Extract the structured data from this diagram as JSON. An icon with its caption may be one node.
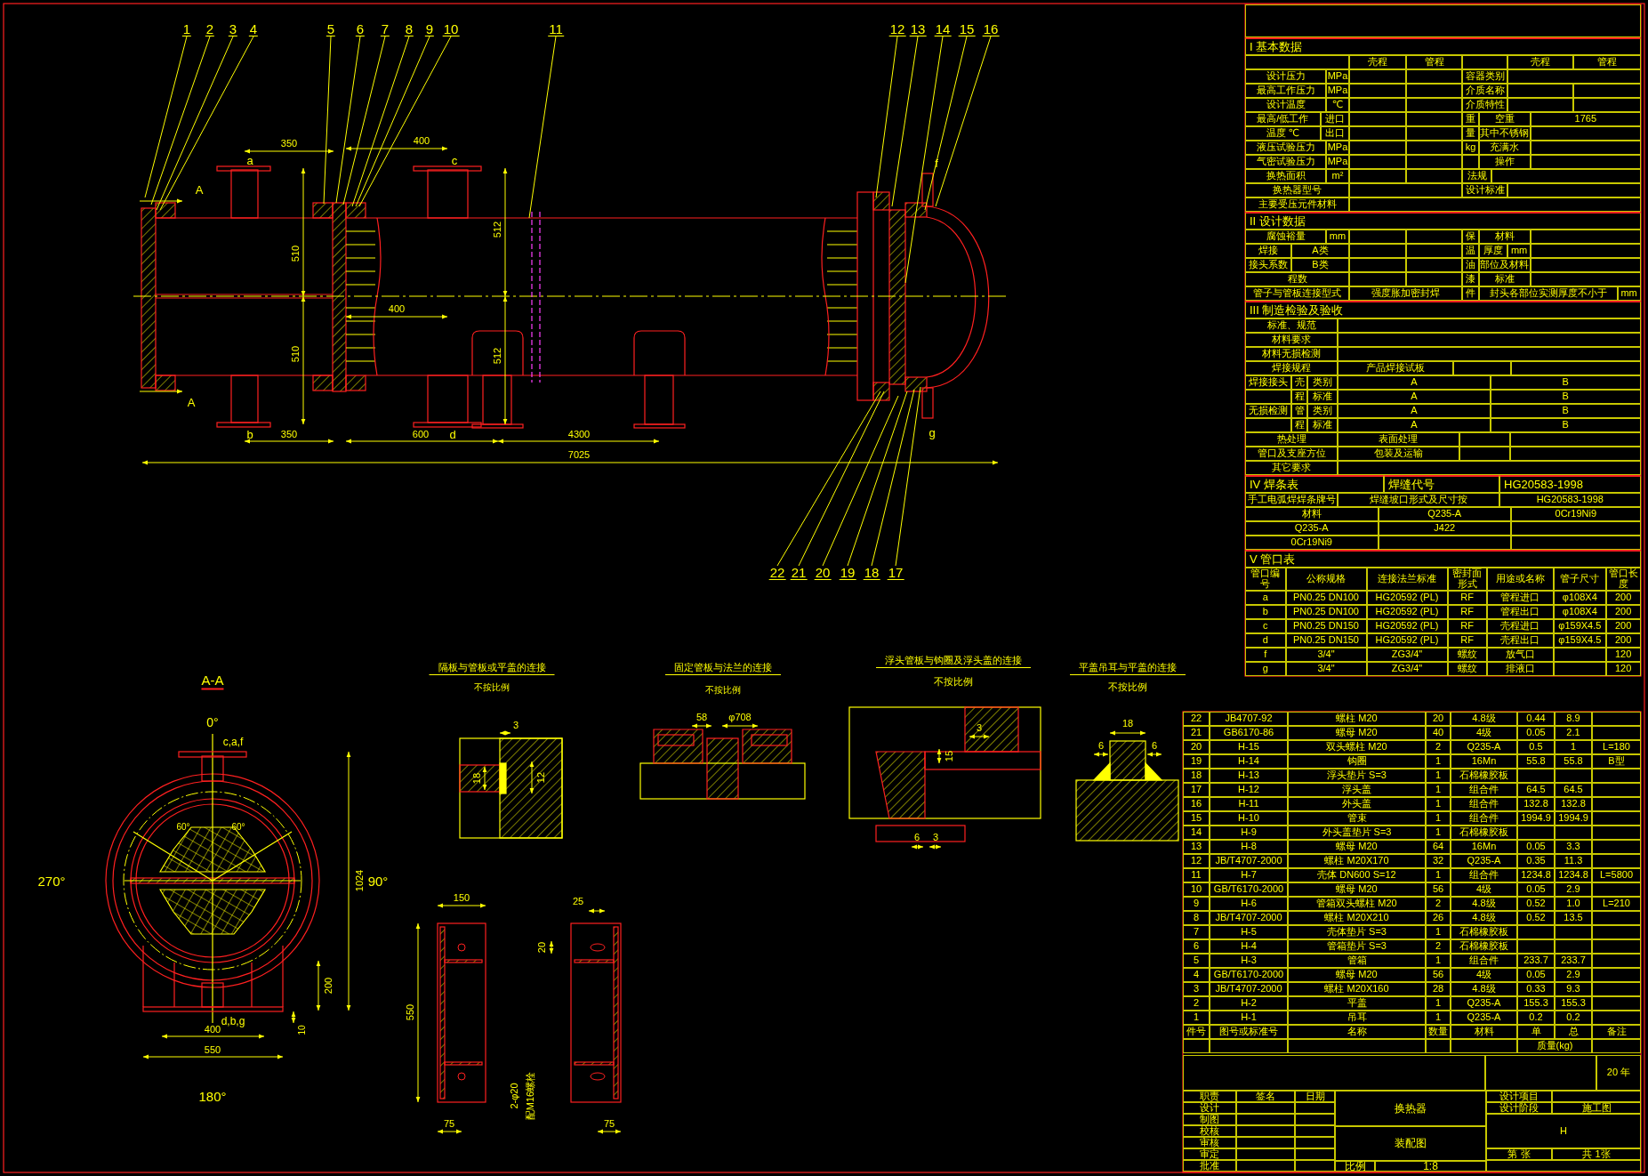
{
  "diagram": {
    "nodes": [
      {
        "text": [
          "1"
        ]
      },
      {
        "text": [
          "2"
        ]
      },
      {
        "text": [
          "3"
        ]
      },
      {
        "text": [
          "4"
        ]
      },
      {
        "text": [
          "5"
        ]
      },
      {
        "text": [
          "6"
        ]
      },
      {
        "text": [
          "7"
        ]
      },
      {
        "text": [
          "8"
        ]
      },
      {
        "text": [
          "9"
        ]
      },
      {
        "text": [
          "10"
        ]
      },
      {
        "text": [
          "11"
        ]
      },
      {
        "text": [
          "12"
        ]
      },
      {
        "text": [
          "13"
        ]
      },
      {
        "text": [
          "14"
        ]
      },
      {
        "text": [
          "15"
        ]
      },
      {
        "text": [
          "16"
        ]
      },
      {
        "text": [
          "22"
        ]
      },
      {
        "text": [
          "21"
        ]
      },
      {
        "text": [
          "20"
        ]
      },
      {
        "text": [
          "19"
        ]
      },
      {
        "text": [
          "18"
        ]
      },
      {
        "text": [
          "17"
        ]
      }
    ],
    "edges": [
      {
        "from": 0,
        "to": null,
        "arrow": "none"
      },
      {
        "from": 1,
        "to": null,
        "arrow": "none"
      },
      {
        "from": 2,
        "to": null,
        "arrow": "none"
      },
      {
        "from": 3,
        "to": null,
        "arrow": "none"
      },
      {
        "from": 4,
        "to": null,
        "arrow": "none"
      },
      {
        "from": 5,
        "to": null,
        "arrow": "none"
      },
      {
        "from": 6,
        "to": null,
        "arrow": "none"
      },
      {
        "from": 7,
        "to": null,
        "arrow": "none"
      },
      {
        "from": 8,
        "to": null,
        "arrow": "none"
      },
      {
        "from": 9,
        "to": null,
        "arrow": "none"
      },
      {
        "from": 10,
        "to": null,
        "arrow": "none"
      },
      {
        "from": 11,
        "to": null,
        "arrow": "none"
      },
      {
        "from": 12,
        "to": null,
        "arrow": "none"
      },
      {
        "from": 13,
        "to": null,
        "arrow": "none"
      },
      {
        "from": 14,
        "to": null,
        "arrow": "none"
      },
      {
        "from": 15,
        "to": null,
        "arrow": "none"
      },
      {
        "from": 16,
        "to": null,
        "arrow": "none"
      },
      {
        "from": 17,
        "to": null,
        "arrow": "none"
      },
      {
        "from": 18,
        "to": null,
        "arrow": "none"
      },
      {
        "from": 19,
        "to": null,
        "arrow": "none"
      },
      {
        "from": 20,
        "to": null,
        "arrow": "none"
      },
      {
        "from": 21,
        "to": null,
        "arrow": "none"
      }
    ],
    "labels": [
      "a",
      "c",
      "f",
      "A",
      "350",
      "400",
      "510",
      "512",
      "400",
      "510",
      "512",
      "A",
      "b",
      "350",
      "600",
      "d",
      "4300",
      "g",
      "7025",
      "A-A",
      "0°",
      "c,a,f",
      "60°",
      "60°",
      "270°",
      "90°",
      "1024",
      "200",
      "10",
      "d,b,g",
      "400",
      "550",
      "180°",
      "隔板与管板或平盖的连接",
      "不按比例",
      "固定管板与法兰的连接",
      "不按比例",
      "浮头管板与钩圈及浮头盖的连接",
      "不按比例",
      "平盖吊耳与平盖的连接",
      "不按比例",
      "3",
      "18",
      "12",
      "58",
      "φ708",
      "3",
      "15",
      "6",
      "3",
      "18",
      "6",
      "6",
      "150",
      "25",
      "20",
      "550",
      "2-φ20",
      "配M16螺栓",
      "75",
      "75",
      "I 基本数据",
      "壳程",
      "管程",
      "壳程",
      "管程",
      "设计压力",
      "MPa",
      "容器类别",
      "最高工作压力",
      "MPa",
      "介质名称",
      "设计温度",
      "℃",
      "介质特性",
      "最高/低工作",
      "进口",
      "重",
      "空重",
      "1765",
      "温度 ℃",
      "出口",
      "量",
      "其中不锈钢",
      "液压试验压力",
      "MPa",
      "kg",
      "充满水",
      "气密试验压力",
      "MPa",
      "操作",
      "换热面积",
      "m²",
      "法规",
      "换热器型号",
      "设计标准",
      "主要受压元件材料",
      "II 设计数据",
      "腐蚀裕量",
      "mm",
      "保",
      "材料",
      "焊接",
      "A类",
      "温",
      "厚度",
      "mm",
      "接头系数",
      "B类",
      "油",
      "部位及材料",
      "程数",
      "漆",
      "标准",
      "管子与管板连接型式",
      "强度胀加密封焊",
      "件",
      "封头各部位实测厚度不小于",
      "mm",
      "III 制造检验及验收",
      "标准、规范",
      "材料要求",
      "材料无损检测",
      "焊接规程",
      "产品焊接试板",
      "焊接接头",
      "壳",
      "类别",
      "A",
      "B",
      "程",
      "标准",
      "A",
      "B",
      "无损检测",
      "管",
      "类别",
      "A",
      "B",
      "程",
      "标准",
      "A",
      "B",
      "热处理",
      "表面处理",
      "管口及支座方位",
      "包装及运输",
      "其它要求",
      "IV 焊条表",
      "焊缝代号",
      "HG20583-1998",
      "手工电弧焊焊条牌号",
      "焊缝坡口形式及尺寸按",
      "HG20583-1998",
      "材料",
      "Q235-A",
      "0Cr19Ni9",
      "Q235-A",
      "J422",
      "0Cr19Ni9",
      "V 管口表",
      "管口编号",
      "公称规格",
      "连接法兰标准",
      "密封面形式",
      "用途或名称",
      "管子尺寸",
      "管口长度",
      "a",
      "PN0.25 DN100",
      "HG20592 (PL)",
      "RF",
      "管程进口",
      "φ108X4",
      "200",
      "b",
      "PN0.25 DN100",
      "HG20592 (PL)",
      "RF",
      "管程出口",
      "φ108X4",
      "200",
      "c",
      "PN0.25 DN150",
      "HG20592 (PL)",
      "RF",
      "壳程进口",
      "φ159X4.5",
      "200",
      "d",
      "PN0.25 DN150",
      "HG20592 (PL)",
      "RF",
      "壳程出口",
      "φ159X4.5",
      "200",
      "f",
      "3/4\"",
      "ZG3/4\"",
      "螺纹",
      "放气口",
      "120",
      "g",
      "3/4\"",
      "ZG3/4\"",
      "螺纹",
      "排液口",
      "120",
      "22",
      "JB4707-92",
      "螺柱 M20",
      "20",
      "4.8级",
      "0.44",
      "8.9",
      "21",
      "GB6170-86",
      "螺母 M20",
      "40",
      "4级",
      "0.05",
      "2.1",
      "20",
      "H-15",
      "双头螺柱 M20",
      "2",
      "Q235-A",
      "0.5",
      "1",
      "L=180",
      "19",
      "H-14",
      "钩圈",
      "1",
      "16Mn",
      "55.8",
      "55.8",
      "B型",
      "18",
      "H-13",
      "浮头垫片 S=3",
      "1",
      "石棉橡胶板",
      "17",
      "H-12",
      "浮头盖",
      "1",
      "组合件",
      "64.5",
      "64.5",
      "16",
      "H-11",
      "外头盖",
      "1",
      "组合件",
      "132.8",
      "132.8",
      "15",
      "H-10",
      "管束",
      "1",
      "组合件",
      "1994.9",
      "1994.9",
      "14",
      "H-9",
      "外头盖垫片 S=3",
      "1",
      "石棉橡胶板",
      "13",
      "H-8",
      "螺母 M20",
      "64",
      "16Mn",
      "0.05",
      "3.3",
      "12",
      "JB/T4707-2000",
      "螺柱 M20X170",
      "32",
      "Q235-A",
      "0.35",
      "11.3",
      "11",
      "H-7",
      "壳体 DN600 S=12",
      "1",
      "组合件",
      "1234.8",
      "1234.8",
      "L=5800",
      "10",
      "GB/T6170-2000",
      "螺母 M20",
      "56",
      "4级",
      "0.05",
      "2.9",
      "9",
      "H-6",
      "管箱双头螺柱 M20",
      "2",
      "4.8级",
      "0.52",
      "1.0",
      "L=210",
      "8",
      "JB/T4707-2000",
      "螺柱 M20X210",
      "26",
      "4.8级",
      "0.52",
      "13.5",
      "7",
      "H-5",
      "壳体垫片 S=3",
      "1",
      "石棉橡胶板",
      "6",
      "H-4",
      "管箱垫片 S=3",
      "2",
      "石棉橡胶板",
      "5",
      "H-3",
      "管箱",
      "1",
      "组合件",
      "233.7",
      "233.7",
      "4",
      "GB/T6170-2000",
      "螺母 M20",
      "56",
      "4级",
      "0.05",
      "2.9",
      "3",
      "JB/T4707-2000",
      "螺柱 M20X160",
      "28",
      "4.8级",
      "0.33",
      "9.3",
      "2",
      "H-2",
      "平盖",
      "1",
      "Q235-A",
      "155.3",
      "155.3",
      "1",
      "H-1",
      "吊耳",
      "1",
      "Q235-A",
      "0.2",
      "0.2",
      "件号",
      "图号或标准号",
      "名称",
      "数量",
      "材料",
      "单",
      "总",
      "备注",
      "质量(kg)",
      "20 年",
      "职责",
      "签名",
      "日期",
      "设计",
      "制图",
      "校核",
      "审核",
      "审定",
      "批准",
      "换热器",
      "装配图",
      "比例",
      "1:8",
      "设计项目",
      "设计阶段",
      "施工图",
      "H",
      "第 张",
      "共 1张"
    ]
  }
}
